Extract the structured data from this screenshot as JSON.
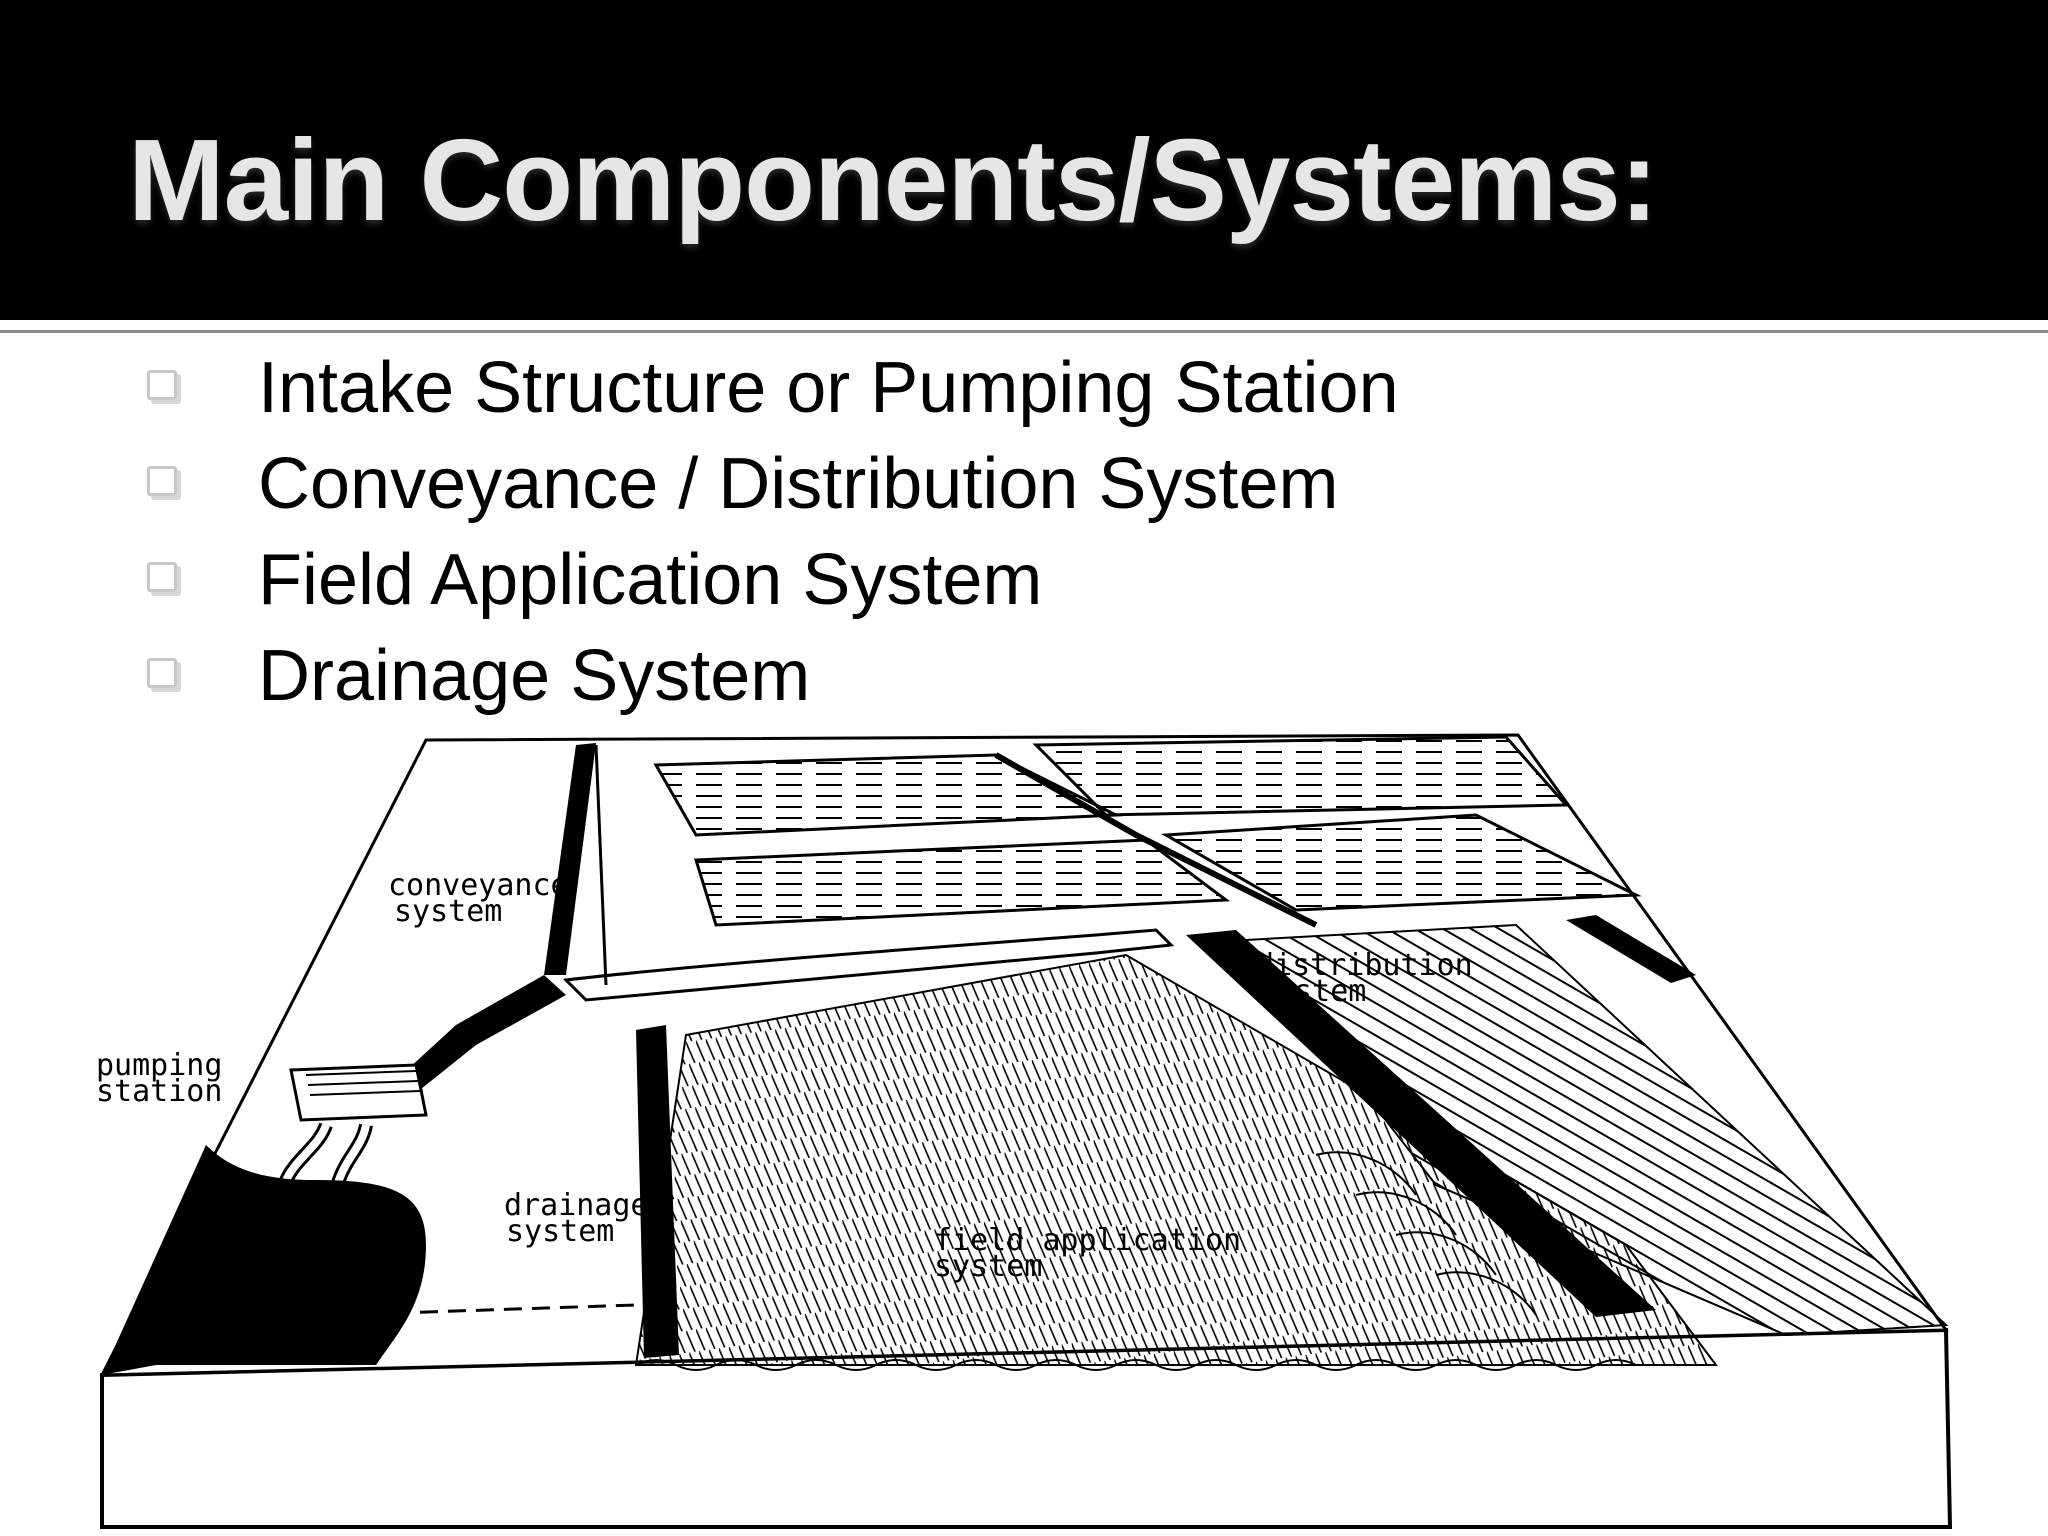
{
  "slide": {
    "title": "Main Components/Systems:",
    "bullets": [
      "Intake Structure or Pumping Station",
      "Conveyance / Distribution System",
      "Field Application System",
      "Drainage System"
    ],
    "colors": {
      "title_bar": "#000000",
      "title_text": "#e6e6e6",
      "bullet_box": "#c8c8c8"
    }
  },
  "figure": {
    "labels": {
      "conveyance_line1": "conveyance",
      "conveyance_line2": "system",
      "pumping_line1": "pumping",
      "pumping_line2": "station",
      "drainage_line1": "drainage",
      "drainage_line2": "system",
      "distribution_line1": "distribution",
      "distribution_line2": "system",
      "field_line1": "field application",
      "field_line2": "system"
    }
  }
}
